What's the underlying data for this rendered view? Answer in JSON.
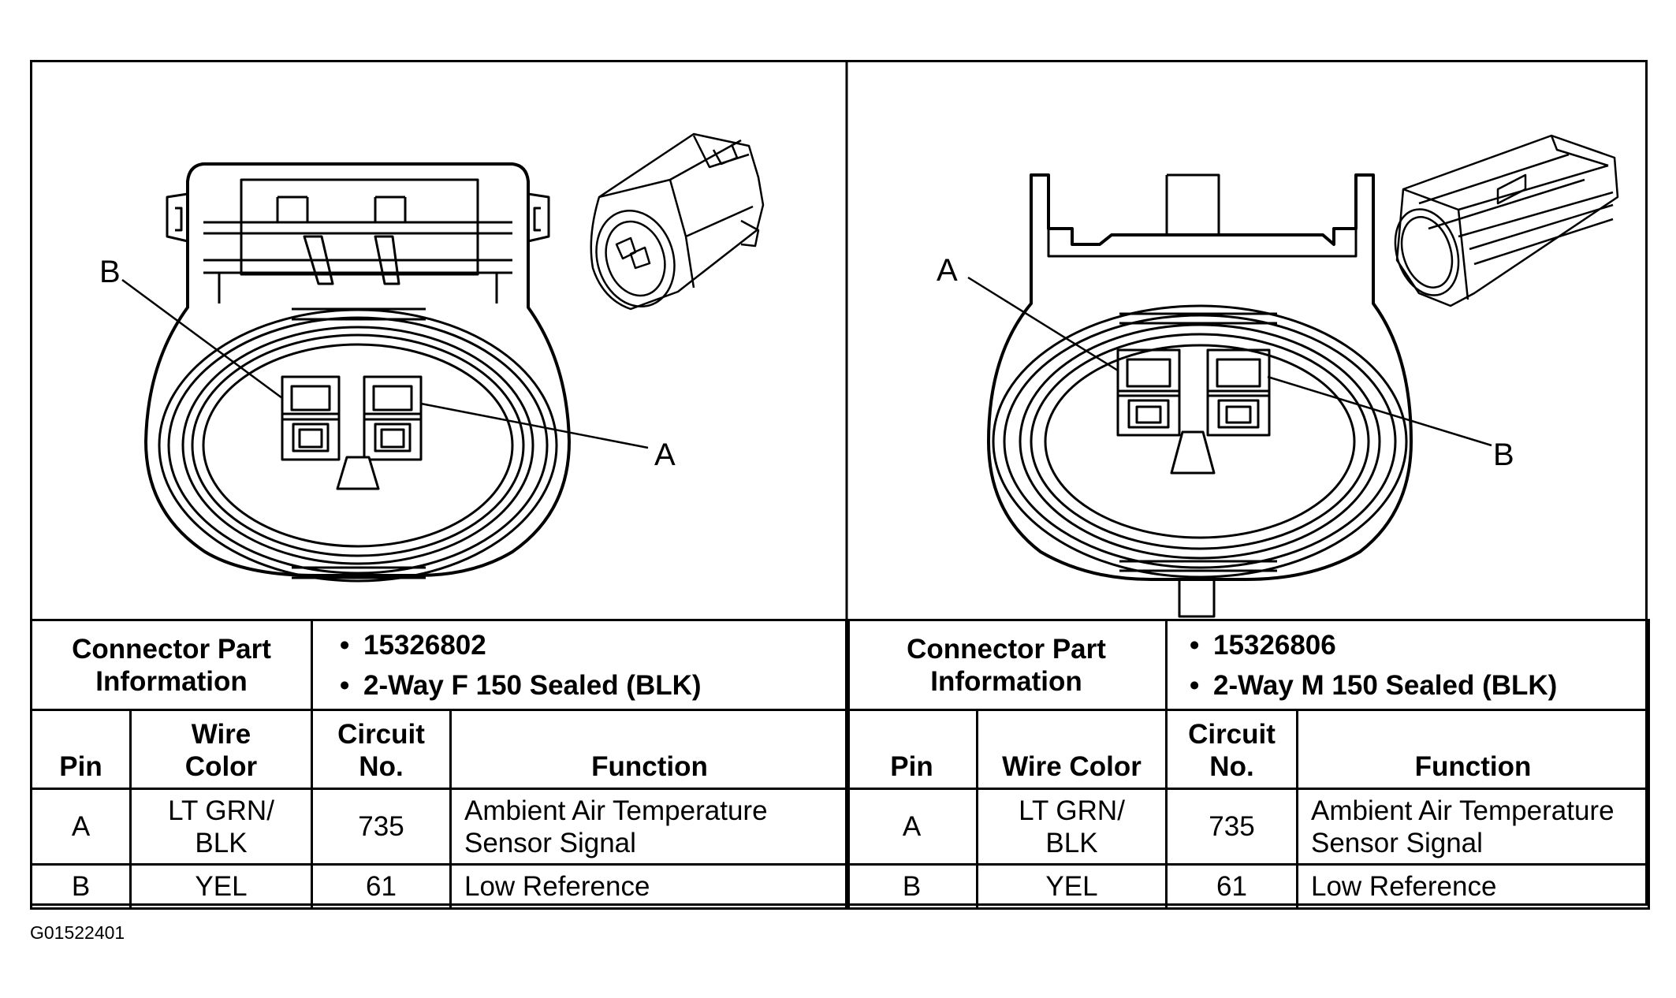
{
  "figure_id": "G01522401",
  "connectors": [
    {
      "header_label": [
        "Connector Part",
        "Information"
      ],
      "part_info": [
        "15326802",
        "2-Way F 150 Sealed (BLK)"
      ],
      "callouts": [
        "B",
        "A"
      ],
      "columns": {
        "pin": "Pin",
        "wire_color": [
          "Wire",
          "Color"
        ],
        "circuit": [
          "Circuit",
          "No."
        ],
        "function": "Function"
      },
      "rows": [
        {
          "pin": "A",
          "wire_color": [
            "LT GRN/",
            "BLK"
          ],
          "circuit": "735",
          "function": [
            "Ambient Air Temperature",
            "Sensor Signal"
          ]
        },
        {
          "pin": "B",
          "wire_color": [
            "YEL"
          ],
          "circuit": "61",
          "function": [
            "Low Reference"
          ]
        }
      ]
    },
    {
      "header_label": [
        "Connector Part",
        "Information"
      ],
      "part_info": [
        "15326806",
        "2-Way M 150 Sealed (BLK)"
      ],
      "callouts": [
        "A",
        "B"
      ],
      "columns": {
        "pin": "Pin",
        "wire_color": [
          "Wire Color"
        ],
        "circuit": [
          "Circuit",
          "No."
        ],
        "function": "Function"
      },
      "rows": [
        {
          "pin": "A",
          "wire_color": [
            "LT GRN/",
            "BLK"
          ],
          "circuit": "735",
          "function": [
            "Ambient Air Temperature",
            "Sensor Signal"
          ]
        },
        {
          "pin": "B",
          "wire_color": [
            "YEL"
          ],
          "circuit": "61",
          "function": [
            "Low Reference"
          ]
        }
      ]
    }
  ]
}
